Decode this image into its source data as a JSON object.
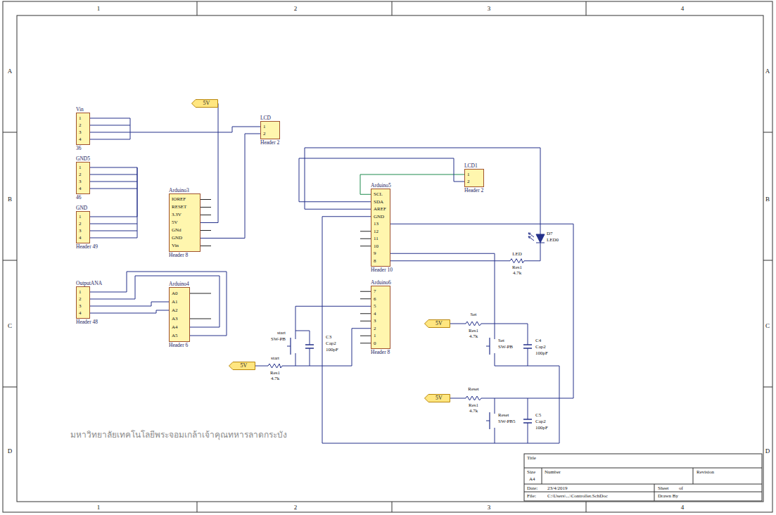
{
  "diagram": {
    "nodes": [
      {
        "text": [
          "5V"
        ]
      },
      {
        "text": [
          "Vin",
          "1",
          "2",
          "3",
          "4",
          "36"
        ]
      },
      {
        "text": [
          "LCD",
          "1",
          "2",
          "Header 2"
        ]
      },
      {
        "text": [
          "LCD1",
          "1",
          "2",
          "Header 2"
        ]
      },
      {
        "text": [
          "GND5",
          "1",
          "2",
          "3",
          "4",
          "46"
        ]
      },
      {
        "text": [
          "Arduino5",
          "SCL",
          "SDA",
          "AREF",
          "GND",
          "13",
          "12",
          "11",
          "10",
          "9",
          "8",
          "Header 10"
        ]
      },
      {
        "text": [
          "Arduino3",
          "IOREF",
          "RESET",
          "3.3V",
          "5V",
          "GNd",
          "GND",
          "Vin",
          "Header 8"
        ]
      },
      {
        "text": [
          "GND",
          "1",
          "2",
          "3",
          "4",
          "Header 49"
        ]
      },
      {
        "text": [
          "OutputANA",
          "1",
          "2",
          "3",
          "4",
          "Header 48"
        ]
      },
      {
        "text": [
          "Arduino4",
          "A0",
          "A1",
          "A2",
          "A3",
          "A4",
          "A5",
          "Header 6"
        ]
      },
      {
        "text": [
          "Arduino6",
          "7",
          "6",
          "5",
          "4",
          "3",
          "2",
          "1",
          "0",
          "Header 8"
        ]
      },
      {
        "text": [
          "5V"
        ]
      },
      {
        "text": [
          "5V"
        ]
      },
      {
        "text": [
          "5V"
        ]
      }
    ],
    "edges": [
      {
        "from": 1,
        "to": 2,
        "arrow": "none"
      },
      {
        "from": 2,
        "to": 6,
        "arrow": "none"
      },
      {
        "from": 0,
        "to": 6,
        "arrow": "none"
      },
      {
        "from": 4,
        "to": 7,
        "arrow": "none"
      },
      {
        "from": 8,
        "to": 9,
        "arrow": "none"
      },
      {
        "from": 8,
        "to": 9,
        "arrow": "none"
      },
      {
        "from": 8,
        "to": 9,
        "arrow": "none"
      },
      {
        "from": 8,
        "to": 9,
        "arrow": "none"
      },
      {
        "from": 3,
        "to": 5,
        "arrow": "none"
      },
      {
        "from": 3,
        "to": 5,
        "arrow": "none"
      }
    ],
    "labels": [
      "1",
      "2",
      "3",
      "4",
      "1",
      "2",
      "3",
      "4",
      "A",
      "B",
      "C",
      "D",
      "A",
      "B",
      "C",
      "D",
      "มหาวิทยาลัยเทคโนโลยีพระจอมเกล้าเจ้าคุณทหารลาดกระบัง",
      "D7",
      "LED0",
      "LED",
      "Res1",
      "4.7k",
      "start",
      "SW-PB",
      "C3",
      "Cap2",
      "100pF",
      "start",
      "Res1",
      "4.7k",
      "Set",
      "Res1",
      "4.7k",
      "Set",
      "SW-PB",
      "C4",
      "Cap2",
      "100pF",
      "Reset",
      "Res1",
      "4.7k",
      "Reset",
      "SW-PB5",
      "C5",
      "Cap2",
      "100pF",
      "Title",
      "Size",
      "A4",
      "Number",
      "Revision",
      "Date:",
      "23/4/2019",
      "Sheet",
      "of",
      "File:",
      "C:\\Users\\...\\Controller.SchDoc",
      "Drawn By"
    ]
  }
}
